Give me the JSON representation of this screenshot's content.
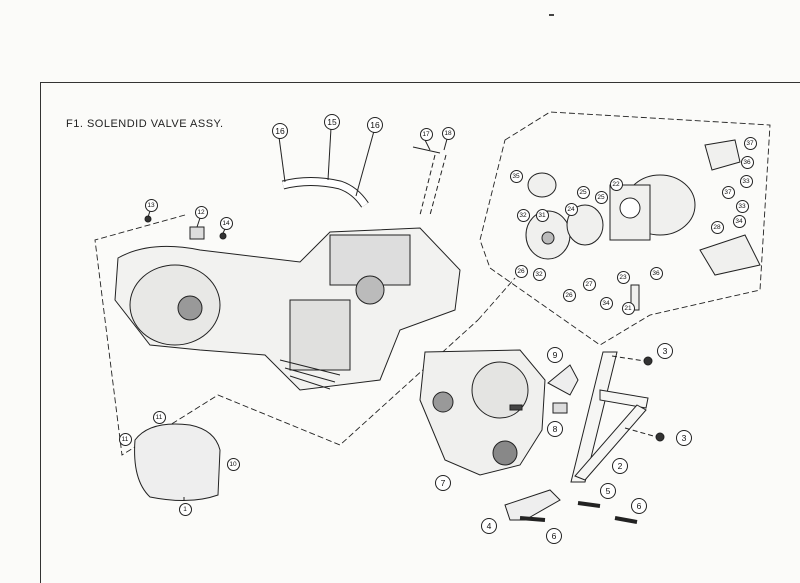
{
  "title": "F1. SOLENDID VALVE ASSY.",
  "callouts": {
    "main": [
      "16",
      "15",
      "16",
      "17",
      "18",
      "13",
      "12",
      "14",
      "11",
      "11",
      "10",
      "1"
    ],
    "gearbox": [
      "9",
      "3",
      "8",
      "3",
      "2",
      "7",
      "5",
      "6",
      "4",
      "6"
    ],
    "detail": [
      "35",
      "25",
      "25",
      "22",
      "24",
      "31",
      "32",
      "26",
      "32",
      "27",
      "26",
      "23",
      "36",
      "34",
      "21",
      "37",
      "36",
      "33",
      "37",
      "33",
      "34",
      "28"
    ]
  }
}
